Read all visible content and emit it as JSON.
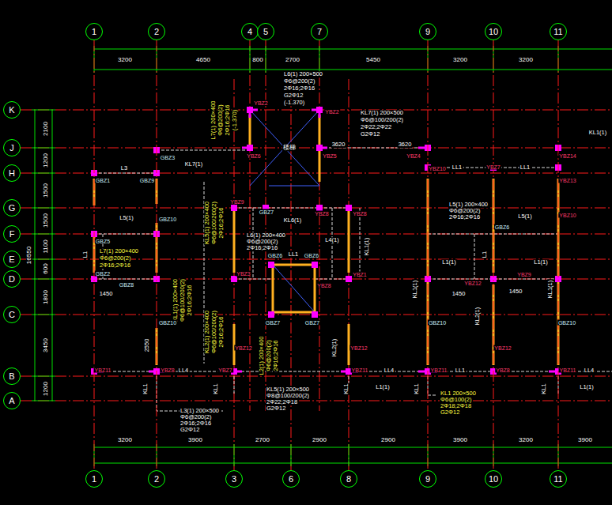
{
  "diagram": {
    "nodes": [
      {
        "text": [
          "1"
        ]
      },
      {
        "text": [
          "2"
        ]
      },
      {
        "text": [
          "4"
        ]
      },
      {
        "text": [
          "5"
        ]
      },
      {
        "text": [
          "7"
        ]
      },
      {
        "text": [
          "9"
        ]
      },
      {
        "text": [
          "10"
        ]
      },
      {
        "text": [
          "11"
        ]
      },
      {
        "text": [
          "K"
        ]
      },
      {
        "text": [
          "J"
        ]
      },
      {
        "text": [
          "H"
        ]
      },
      {
        "text": [
          "G"
        ]
      },
      {
        "text": [
          "F"
        ]
      },
      {
        "text": [
          "E"
        ]
      },
      {
        "text": [
          "D"
        ]
      },
      {
        "text": [
          "C"
        ]
      },
      {
        "text": [
          "B"
        ]
      },
      {
        "text": [
          "A"
        ]
      },
      {
        "text": [
          "1"
        ]
      },
      {
        "text": [
          "2"
        ]
      },
      {
        "text": [
          "3"
        ]
      },
      {
        "text": [
          "6"
        ]
      },
      {
        "text": [
          "8"
        ]
      },
      {
        "text": [
          "9"
        ]
      },
      {
        "text": [
          "10"
        ]
      },
      {
        "text": [
          "11"
        ]
      }
    ],
    "edges": [
      {
        "from": 0,
        "to": 18,
        "arrow": "none"
      },
      {
        "from": 1,
        "to": 19,
        "arrow": "none"
      },
      {
        "from": 5,
        "to": 23,
        "arrow": "none"
      },
      {
        "from": 6,
        "to": 24,
        "arrow": "none"
      },
      {
        "from": 7,
        "to": 25,
        "arrow": "none"
      }
    ],
    "labels": [
      "3200",
      "4650",
      "800",
      "2700",
      "5450",
      "3200",
      "3200",
      "3200",
      "3900",
      "2700",
      "2900",
      "2900",
      "3900",
      "3200",
      "3900",
      "2100",
      "1200",
      "1500",
      "1500",
      "1100",
      "600",
      "1800",
      "3450",
      "1200",
      "16550",
      "L6(1) 200×500",
      "Φ6@200(2)",
      "2Φ16;2Φ16",
      "G2Φ12",
      "(-1.370)",
      "L7(1) 200×400",
      "Φ6@200(2)",
      "2Φ16;2Φ16",
      "(-1.370)",
      "KL7(1) 200×500",
      "Φ6@100/200(2)",
      "2Φ22;2Φ22",
      "G2Φ12",
      "KL5(1) 200×400",
      "Φ6@100/200(2)",
      "2Φ16;2Φ16",
      "L7(1) 200×400",
      "Φ6@200(2)",
      "2Φ16;2Φ16",
      "KL1(1) 200×400",
      "Φ6@100/200(2)",
      "2Φ16;2Φ16",
      "KL2(1) 200×400",
      "Φ6@100/200(2)",
      "2Φ16;2Φ16",
      "L2(1) 200×400",
      "Φ6@200(2)",
      "2Φ16;2Φ16",
      "L6(1) 200×400",
      "Φ6@200(2)",
      "2Φ16;2Φ16",
      "KL5(1) 200×500",
      "Φ8@100/200(2)",
      "2Φ22;2Φ18",
      "G2Φ12",
      "L3(1) 200×500",
      "Φ6@200(2)",
      "2Φ16;2Φ16",
      "G2Φ12",
      "KL1 200×500",
      "Φ6@100(2)",
      "2Φ18;2Φ18",
      "G2Φ12",
      "L5(1) 200×400",
      "Φ6@200(2)",
      "2Φ16;2Φ16",
      "L3",
      "KL7(1)",
      "L5(1)",
      "L1",
      "KL6(1)",
      "L4(1)",
      "KL1(1)",
      "L1(1)",
      "L1",
      "L1(1)",
      "KL1(1)",
      "KL2(1)",
      "KL1(1)",
      "LL1",
      "LL1",
      "L5(1)",
      "KL1(1)",
      "LL4",
      "LL4",
      "LL1",
      "LL4",
      "KL1",
      "KL1",
      "KL1",
      "KL1",
      "KL1",
      "L1(1)",
      "L1(1)",
      "LL1",
      "KL2(1)",
      "3620",
      "3620",
      "1450",
      "1450",
      "1450",
      "2550",
      "楼梯",
      "YBZ2",
      "YBZ2",
      "YBZ6",
      "YBZ5",
      "YBZ4",
      "YBZ9",
      "YBZ8",
      "YBZ8",
      "YBZ3",
      "YBZ1",
      "YBZ12",
      "YBZ9",
      "YBZ12",
      "YBZ13",
      "YBZ14",
      "YBZ10",
      "YBZ7",
      "YBZ10",
      "YBZ11",
      "YBZ8",
      "YBZ12",
      "YBZ7",
      "YBZ11",
      "YBZ11",
      "YBZ8",
      "YBZ11",
      "YBZ8",
      "YBZ12",
      "GBZ3",
      "GBZ1",
      "GBZ9",
      "GBZ10",
      "GBZ5",
      "GBZ2",
      "GBZ8",
      "GBZ10",
      "GBZ7",
      "GBZ6",
      "GBZ6",
      "GBZ7",
      "GBZ7",
      "GBZ10",
      "GBZ10",
      "GBZ6"
    ]
  }
}
